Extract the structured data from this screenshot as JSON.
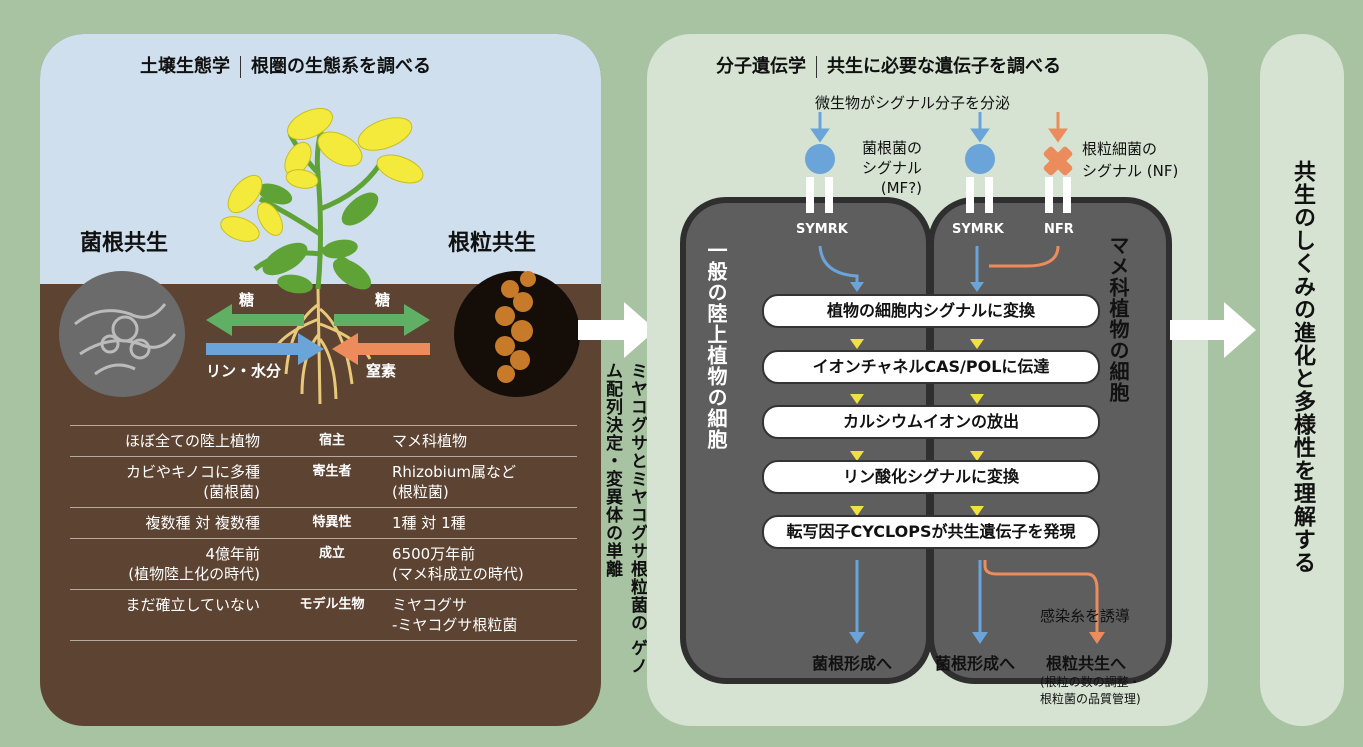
{
  "left": {
    "title_field": "土壌生態学",
    "title_topic": "根圏の生態系を調べる",
    "mycorrhiza_label": "菌根共生",
    "nodule_label": "根粒共生",
    "arrow_sugar_left": "糖",
    "arrow_sugar_right": "糖",
    "arrow_phosphorus": "リン・水分",
    "arrow_nitrogen": "窒素",
    "table": [
      {
        "left": [
          "ほぼ全ての陸上植物"
        ],
        "key": "宿主",
        "right": [
          "マメ科植物"
        ]
      },
      {
        "left": [
          "カビやキノコに多種",
          "(菌根菌)"
        ],
        "key": "寄生者",
        "right": [
          "Rhizobium属など",
          "(根粒菌)"
        ]
      },
      {
        "left": [
          "複数種 対 複数種"
        ],
        "key": "特異性",
        "right": [
          "1種 対 1種"
        ]
      },
      {
        "left": [
          "4億年前",
          "(植物陸上化の時代)"
        ],
        "key": "成立",
        "right": [
          "6500万年前",
          "(マメ科成立の時代)"
        ]
      },
      {
        "left": [
          "まだ確立していない"
        ],
        "key": "モデル生物",
        "right": [
          "ミヤコグサ",
          "-ミヤコグサ根粒菌"
        ]
      }
    ]
  },
  "between": {
    "vertical_text": "ミヤコグサとミヤコグサ根粒菌の ゲノム配列決定・変異体の単離"
  },
  "mid": {
    "title_field": "分子遺伝学",
    "title_topic": "共生に必要な遺伝子を調べる",
    "secrete_label": "微生物がシグナル分子を分泌",
    "signal_mf_1": "菌根菌の",
    "signal_mf_2": "シグナル",
    "signal_mf_3": "(MF?)",
    "signal_nf_1": "根粒細菌の",
    "signal_nf_2": "シグナル (NF)",
    "receptor_symrk_1": "SYMRK",
    "receptor_symrk_2": "SYMRK",
    "receptor_nfr": "NFR",
    "cell_left_label": "一般の陸上植物の細胞",
    "cell_right_label": "マメ科植物の細胞",
    "steps": [
      "植物の細胞内シグナルに変換",
      "イオンチャネルCAS/POLに伝達",
      "カルシウムイオンの放出",
      "リン酸化シグナルに変換",
      "転写因子CYCLOPSが共生遺伝子を発現"
    ],
    "infection_label": "感染糸を誘導",
    "out_myco_1": "菌根形成へ",
    "out_myco_2": "菌根形成へ",
    "out_nodule": "根粒共生へ",
    "out_nodule_sub1": "(根粒の数の調整・",
    "out_nodule_sub2": "根粒菌の品質管理)"
  },
  "right": {
    "vertical_text": "共生のしくみの進化と多様性を理解する"
  },
  "colors": {
    "background": "#a8c3a2",
    "panel": "#d6e3d2",
    "soil": "#5c4332",
    "sky": "#cfdfee",
    "green_arrow": "#5fb064",
    "blue_arrow": "#6aa4d8",
    "orange_arrow": "#ec8c5c",
    "cell_fill": "#5e5e5e",
    "yellow_chevron": "#f0e040"
  }
}
